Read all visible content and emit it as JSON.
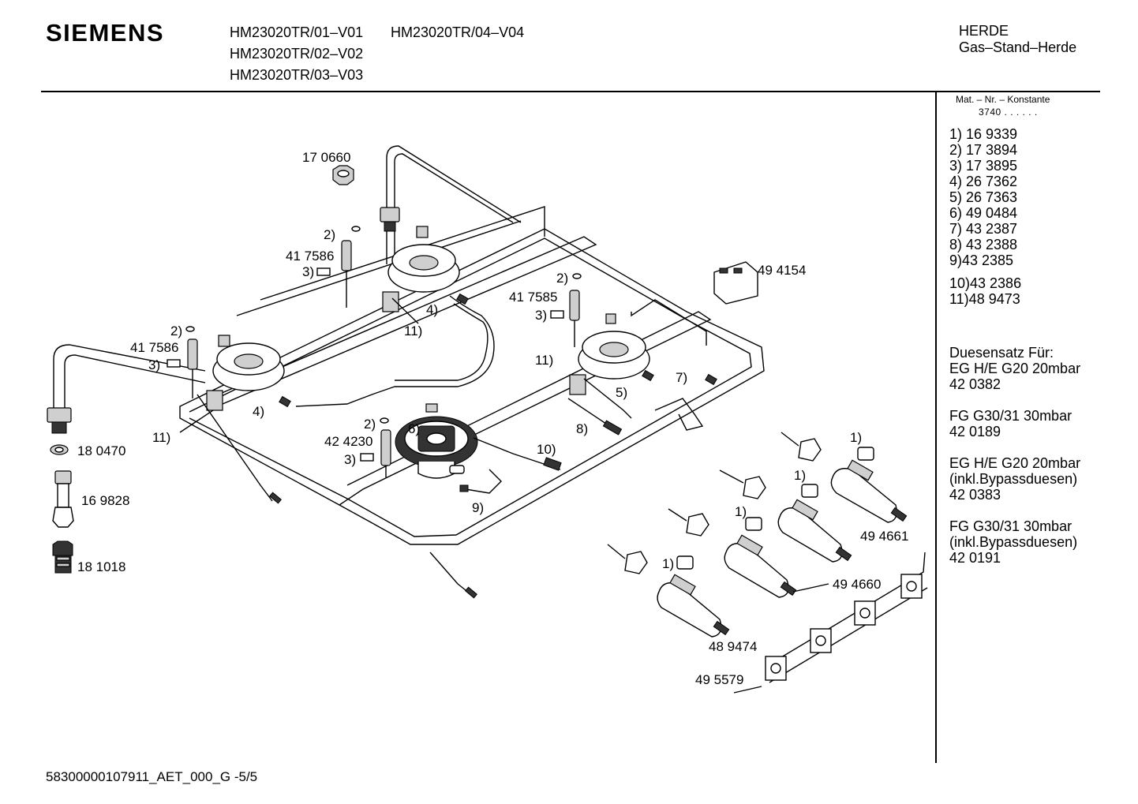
{
  "header": {
    "brand": "SIEMENS",
    "models_col1": [
      "HM23020TR/01–V01",
      "HM23020TR/02–V02",
      "HM23020TR/03–V03"
    ],
    "models_col2": [
      "HM23020TR/04–V04"
    ],
    "category": "HERDE",
    "subcategory": "Gas–Stand–Herde"
  },
  "sidebar": {
    "mat_header": "Mat. – Nr. – Konstante",
    "mat_constant": "3740 . .   . . . .",
    "parts": [
      "1) 16 9339",
      "2) 17 3894",
      "3) 17 3895",
      "4) 26 7362",
      "5) 26 7363",
      "6) 49 0484",
      "7) 43 2387",
      "8) 43 2388",
      "9)43 2385",
      "10)43 2386",
      "11)48 9473"
    ],
    "nozzle_sets": [
      [
        "Duesensatz Für:",
        "EG H/E G20 20mbar",
        "42 0382"
      ],
      [
        "FG G30/31 30mbar",
        "42 0189"
      ],
      [
        "EG H/E G20 20mbar",
        "(inkl.Bypassduesen)",
        "42 0383"
      ],
      [
        "FG G30/31 30mbar",
        "(inkl.Bypassduesen)",
        "42 0191"
      ]
    ]
  },
  "diagram": {
    "labels": {
      "nut_top": "17 0660",
      "elec_top_2": "2)",
      "elec_top_num": "41 7586",
      "elec_top_3": "3)",
      "burner_top_4": "4)",
      "burner_top_11": "11)",
      "elec_left_2": "2)",
      "elec_left_num": "41 7586",
      "elec_left_3": "3)",
      "burner_left_4": "4)",
      "burner_left_11": "11)",
      "elec_right_2": "2)",
      "elec_right_num": "41 7585",
      "elec_right_3": "3)",
      "burner_right_11": "11)",
      "burner_right_5": "5)",
      "pipe_7": "7)",
      "pipe_8": "8)",
      "pipe_10": "10)",
      "pipe_9": "9)",
      "wok_6": "6)",
      "wok_2": "2)",
      "wok_num": "42 4230",
      "wok_3": "3)",
      "switch": "49 4154",
      "washer": "18 0470",
      "connector": "16 9828",
      "fitting": "18 1018",
      "valve_1a": "1)",
      "valve_1b": "1)",
      "valve_1c": "1)",
      "valve_1d": "1)",
      "valve_num_a": "49 4661",
      "valve_num_b": "49 4660",
      "valve_num_c": "48 9474",
      "manifold": "49 5579"
    }
  },
  "footer": {
    "doc_id": "58300000107911_AET_000_G  -5/5"
  }
}
